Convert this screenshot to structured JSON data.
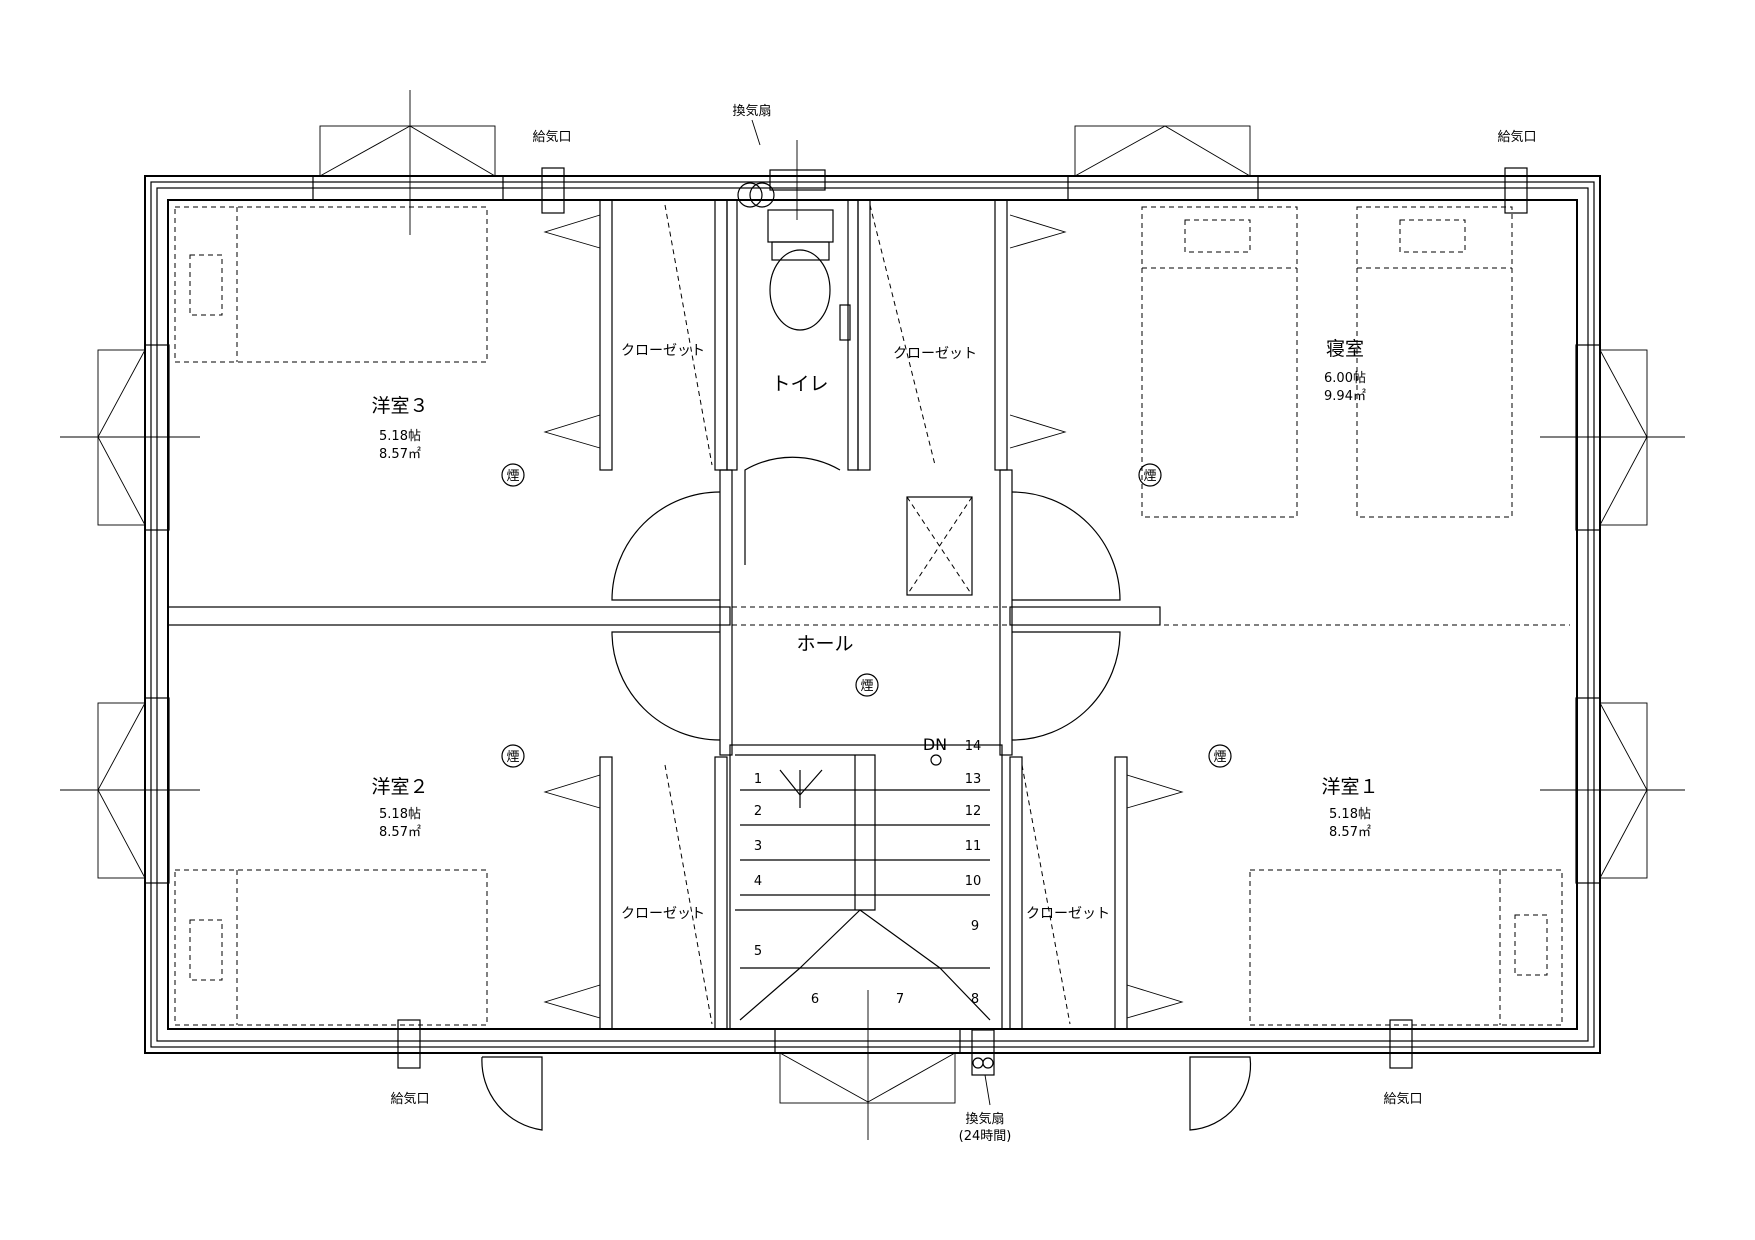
{
  "rooms": {
    "western3": {
      "name": "洋室３",
      "tatami": "5.18帖",
      "sqm": "8.57㎡"
    },
    "western2": {
      "name": "洋室２",
      "tatami": "5.18帖",
      "sqm": "8.57㎡"
    },
    "western1": {
      "name": "洋室１",
      "tatami": "5.18帖",
      "sqm": "8.57㎡"
    },
    "bedroom": {
      "name": "寝室",
      "tatami": "6.00帖",
      "sqm": "9.94㎡"
    },
    "toilet": {
      "name": "トイレ"
    },
    "hall": {
      "name": "ホール"
    }
  },
  "closet_label": "クローゼット",
  "smoke_detector": "煙",
  "annotations": {
    "air_inlet": "給気口",
    "vent_fan": "換気扇",
    "vent_fan_24h": "(24時間)"
  },
  "stairs": {
    "dn": "DN",
    "steps": [
      "1",
      "2",
      "3",
      "4",
      "5",
      "6",
      "7",
      "8",
      "9",
      "10",
      "11",
      "12",
      "13",
      "14"
    ]
  }
}
